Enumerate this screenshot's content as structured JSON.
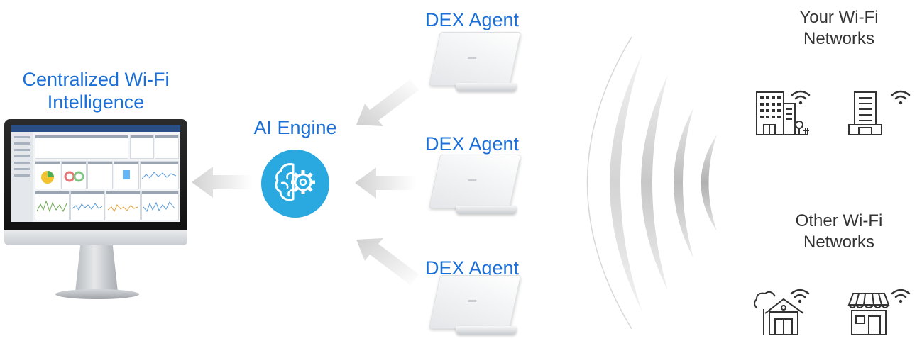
{
  "labels": {
    "central_line1": "Centralized Wi-Fi",
    "central_line2": "Intelligence",
    "ai_engine": "AI Engine",
    "dex_agent_top": "DEX Agent",
    "dex_agent_middle": "DEX Agent",
    "dex_agent_bottom": "DEX Agent",
    "your_networks_line1": "Your Wi-Fi",
    "your_networks_line2": "Networks",
    "other_networks_line1": "Other Wi-Fi",
    "other_networks_line2": "Networks"
  },
  "colors": {
    "label_blue": "#1a6fd8",
    "engine_blue": "#2aa8e0",
    "arrow_gray": "#d9d9d9",
    "wave_gray": "#c4c4c4",
    "text_gray": "#333333"
  },
  "icons": {
    "engine": "brain-gear-icon",
    "office": "office-building-icon",
    "tower": "tower-building-icon",
    "house": "house-icon",
    "store": "store-icon",
    "wifi": "wifi-icon"
  }
}
